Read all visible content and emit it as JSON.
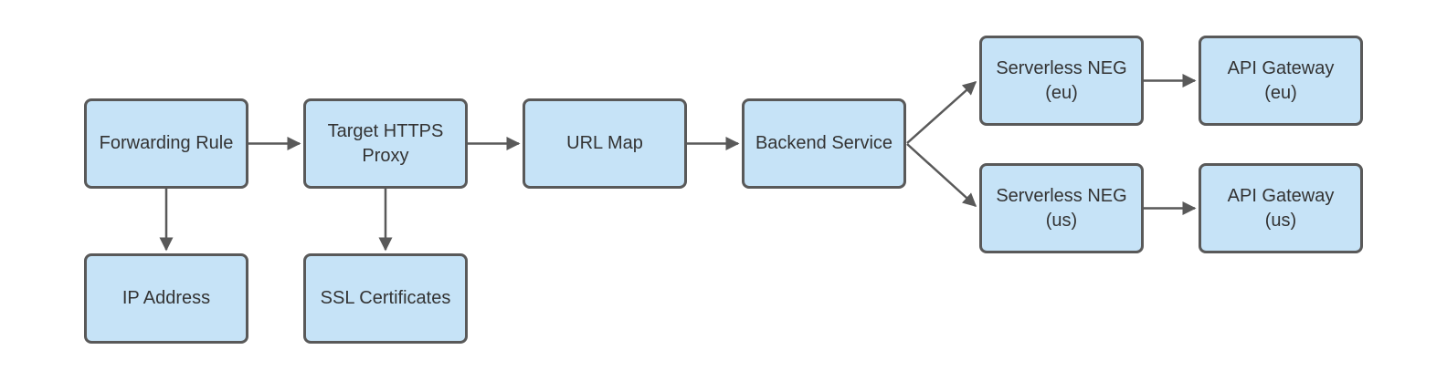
{
  "diagram": {
    "type": "flowchart",
    "colors": {
      "node_fill": "#c6e3f7",
      "node_border": "#595959",
      "arrow": "#595959",
      "text": "#333333",
      "background": "#ffffff"
    },
    "nodes": [
      {
        "id": "forwarding-rule",
        "label": "Forwarding Rule"
      },
      {
        "id": "target-https-proxy",
        "label": "Target HTTPS\nProxy"
      },
      {
        "id": "url-map",
        "label": "URL Map"
      },
      {
        "id": "backend-service",
        "label": "Backend Service"
      },
      {
        "id": "serverless-neg-eu",
        "label": "Serverless NEG\n(eu)"
      },
      {
        "id": "api-gateway-eu",
        "label": "API Gateway\n(eu)"
      },
      {
        "id": "serverless-neg-us",
        "label": "Serverless NEG\n(us)"
      },
      {
        "id": "api-gateway-us",
        "label": "API Gateway\n(us)"
      },
      {
        "id": "ip-address",
        "label": "IP Address"
      },
      {
        "id": "ssl-certificates",
        "label": "SSL Certificates"
      }
    ],
    "edges": [
      {
        "from": "forwarding-rule",
        "to": "target-https-proxy"
      },
      {
        "from": "target-https-proxy",
        "to": "url-map"
      },
      {
        "from": "url-map",
        "to": "backend-service"
      },
      {
        "from": "backend-service",
        "to": "serverless-neg-eu"
      },
      {
        "from": "backend-service",
        "to": "serverless-neg-us"
      },
      {
        "from": "serverless-neg-eu",
        "to": "api-gateway-eu"
      },
      {
        "from": "serverless-neg-us",
        "to": "api-gateway-us"
      },
      {
        "from": "forwarding-rule",
        "to": "ip-address"
      },
      {
        "from": "target-https-proxy",
        "to": "ssl-certificates"
      }
    ]
  }
}
